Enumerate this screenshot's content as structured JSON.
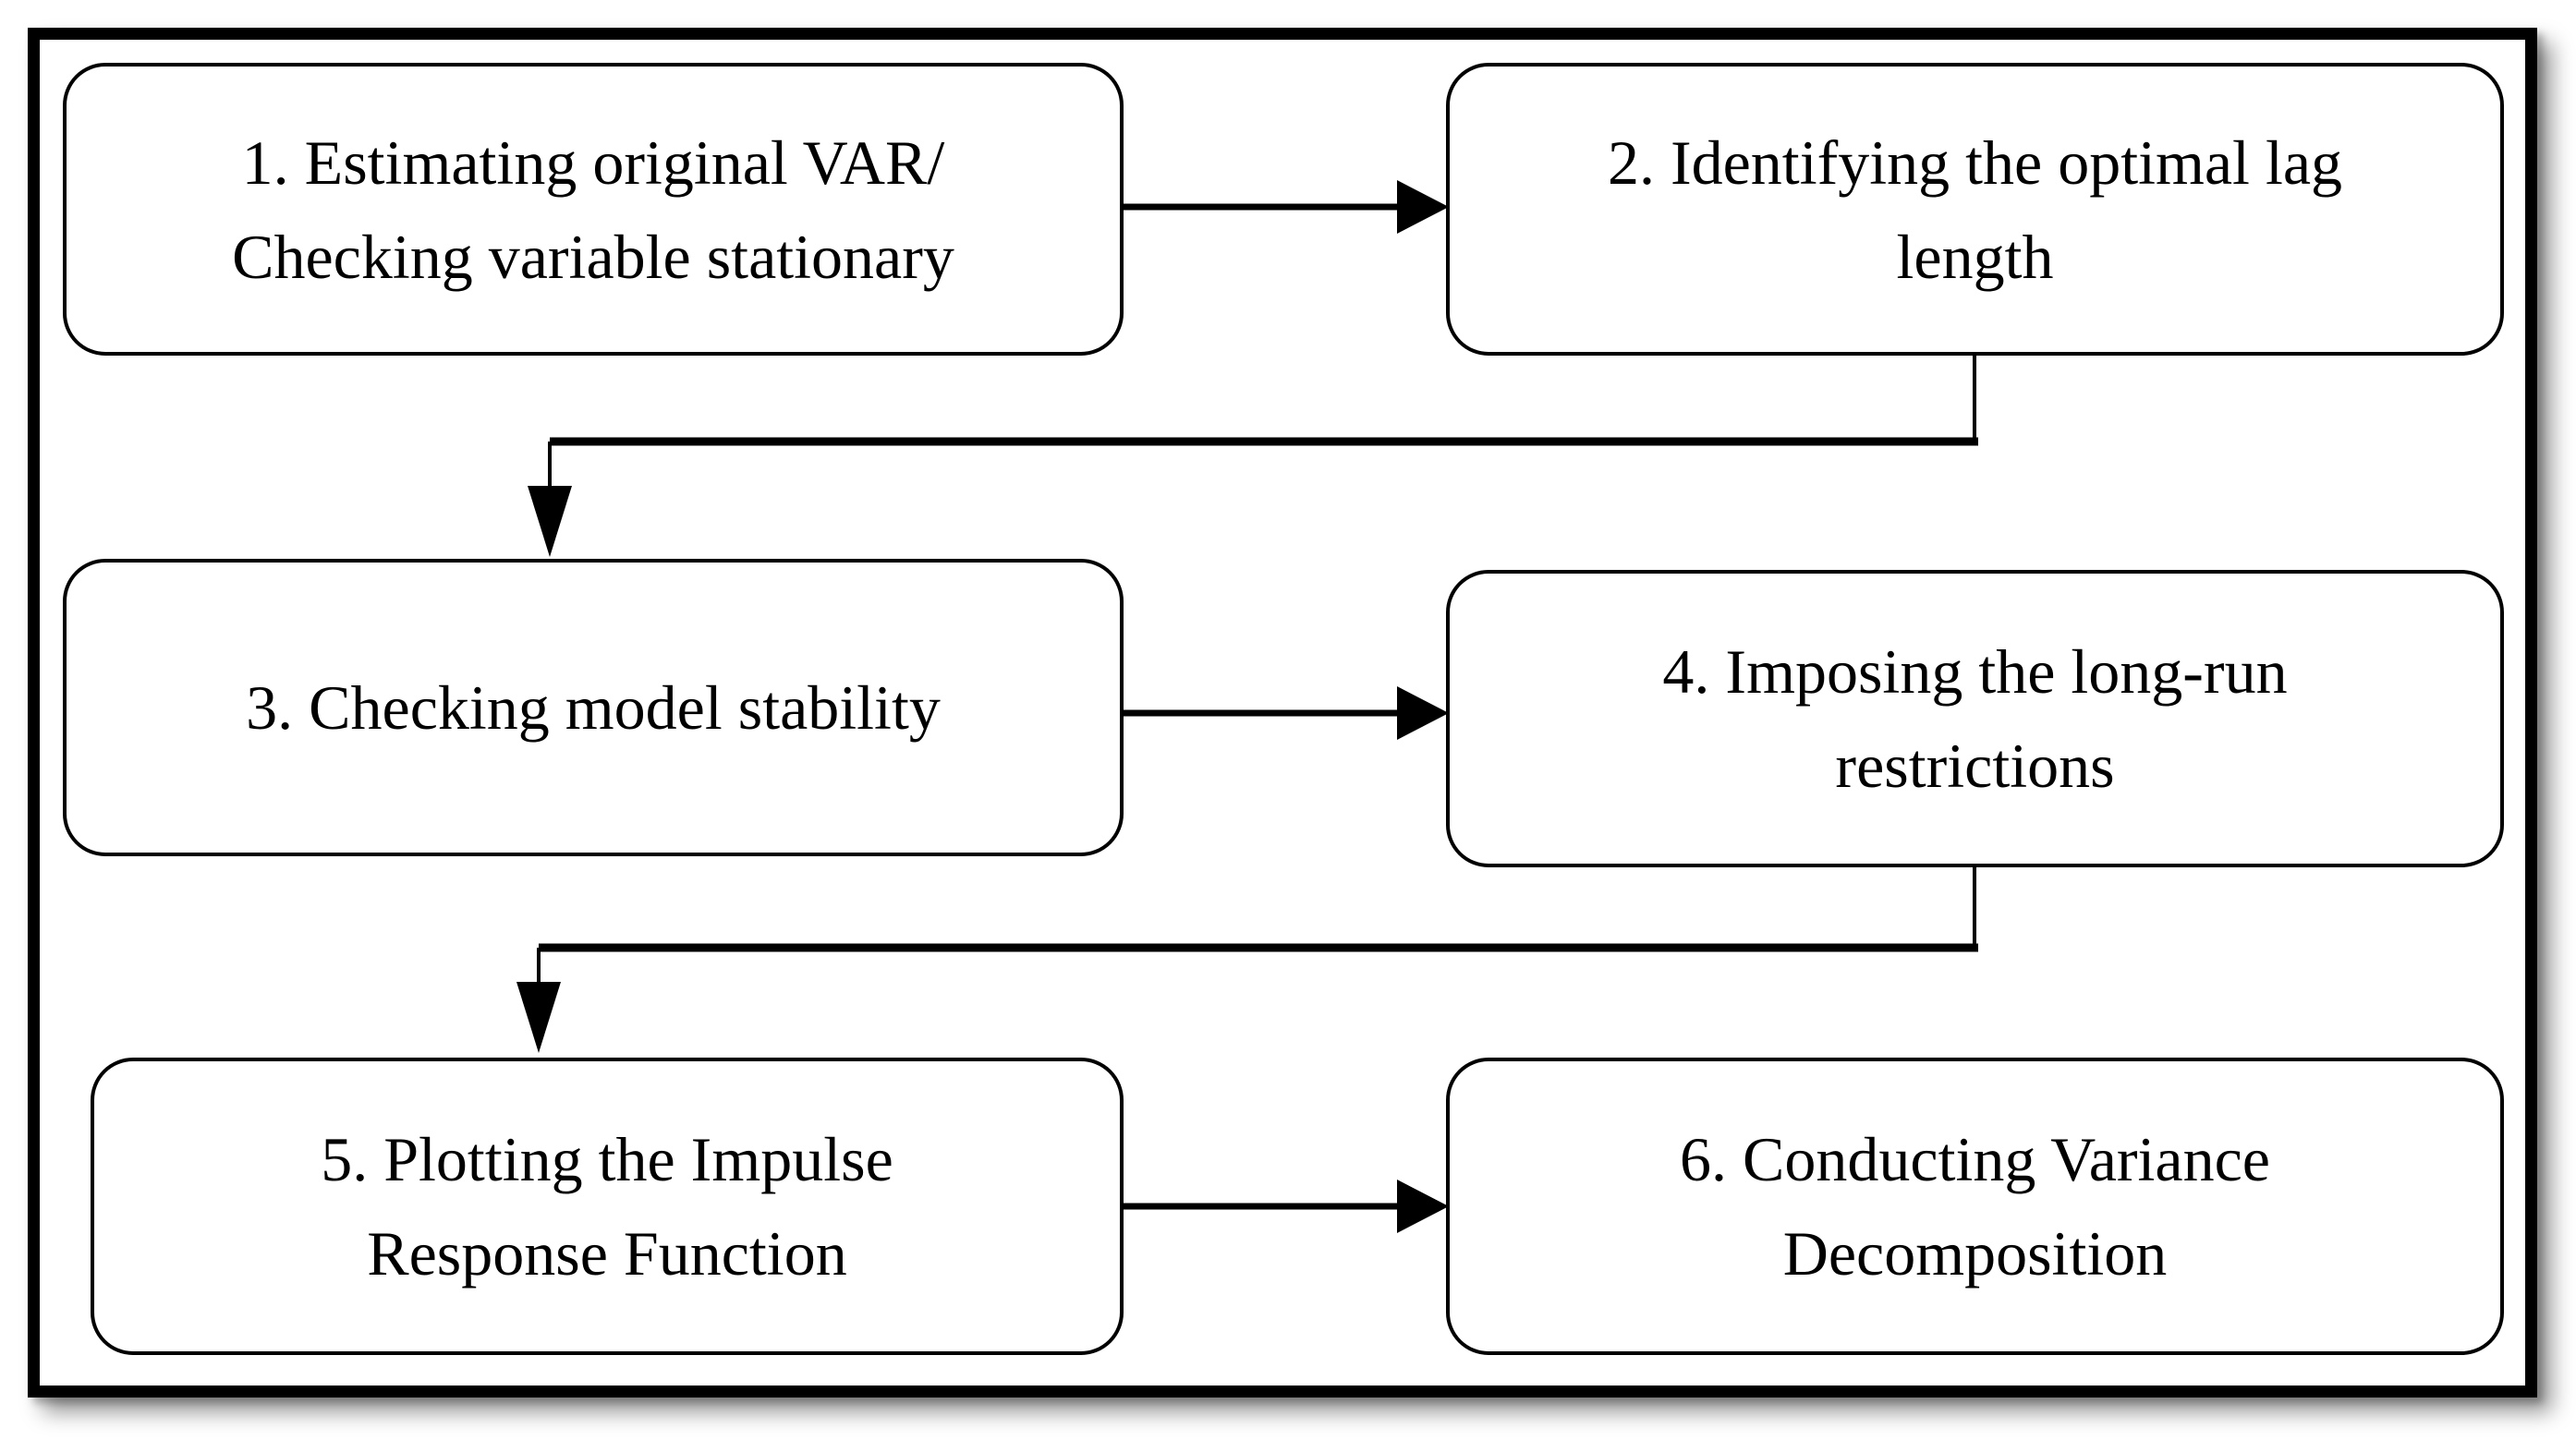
{
  "figure": {
    "type": "flowchart"
  },
  "boxes": [
    {
      "id": "1",
      "label": "1. Estimating original VAR/\nChecking variable stationary"
    },
    {
      "id": "2",
      "label": "2. Identifying the optimal lag\nlength"
    },
    {
      "id": "3",
      "label": "3. Checking model stability"
    },
    {
      "id": "4",
      "label": "4. Imposing the long-run\nrestrictions"
    },
    {
      "id": "5",
      "label": "5. Plotting the Impulse\nResponse Function"
    },
    {
      "id": "6",
      "label": "6. Conducting Variance\nDecomposition"
    }
  ],
  "edges": [
    {
      "from": "1",
      "to": "2",
      "style": "straight-right"
    },
    {
      "from": "2",
      "to": "3",
      "style": "elbow-down-left-down"
    },
    {
      "from": "3",
      "to": "4",
      "style": "straight-right"
    },
    {
      "from": "4",
      "to": "5",
      "style": "elbow-down-left-down"
    },
    {
      "from": "5",
      "to": "6",
      "style": "straight-right"
    }
  ],
  "colors": {
    "line": "#000000",
    "text": "#000000",
    "box_background": "#ffffff",
    "frame_border": "#000000",
    "page_background": "#ffffff",
    "shadow": "#8a8a8a"
  }
}
